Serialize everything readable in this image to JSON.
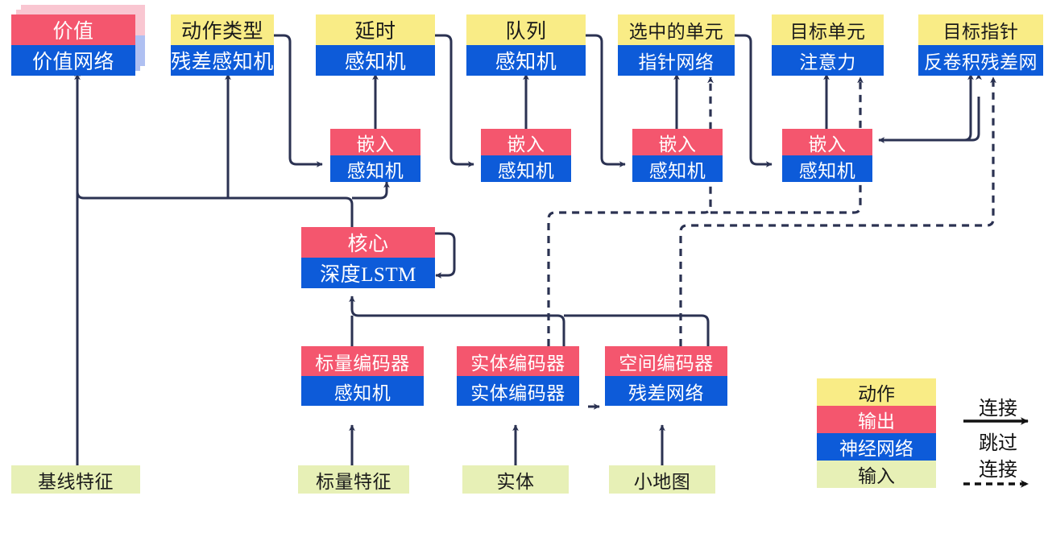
{
  "diagram": {
    "title": "AlphaStar-style agent architecture (Chinese labels)",
    "colors": {
      "action": "#F9EC86",
      "output": "#F4566E",
      "network": "#0D5BD9",
      "input": "#E7F0B6",
      "wire": "#2B3252",
      "output_ghost": "#F9C6D1",
      "network_ghost": "#AFC0F2"
    },
    "nodes": [
      {
        "id": "value",
        "action": "价值",
        "net": "价值网络"
      },
      {
        "id": "action-type",
        "action": "动作类型",
        "net": "残差感知机"
      },
      {
        "id": "delay",
        "action": "延时",
        "net": "感知机"
      },
      {
        "id": "queue",
        "action": "队列",
        "net": "感知机"
      },
      {
        "id": "selected-units",
        "action": "选中的单元",
        "net": "指针网络"
      },
      {
        "id": "target-unit",
        "action": "目标单元",
        "net": "注意力"
      },
      {
        "id": "target-point",
        "action": "目标指针",
        "net": "反卷积残差网"
      },
      {
        "id": "embed-1",
        "out": "嵌入",
        "net": "感知机"
      },
      {
        "id": "embed-2",
        "out": "嵌入",
        "net": "感知机"
      },
      {
        "id": "embed-3",
        "out": "嵌入",
        "net": "感知机"
      },
      {
        "id": "embed-4",
        "out": "嵌入",
        "net": "感知机"
      },
      {
        "id": "core",
        "out": "核心",
        "net": "深度LSTM"
      },
      {
        "id": "scalar-encoder",
        "out": "标量编码器",
        "net": "感知机"
      },
      {
        "id": "entity-encoder",
        "out": "实体编码器",
        "net": "实体编码器"
      },
      {
        "id": "spatial-encoder",
        "out": "空间编码器",
        "net": "残差网络"
      },
      {
        "id": "baseline-features",
        "input": "基线特征"
      },
      {
        "id": "scalar-features",
        "input": "标量特征"
      },
      {
        "id": "entities",
        "input": "实体"
      },
      {
        "id": "minimap",
        "input": "小地图"
      }
    ],
    "legend": {
      "swatches": [
        {
          "key": "action",
          "label": "动作"
        },
        {
          "key": "output",
          "label": "输出"
        },
        {
          "key": "network",
          "label": "神经网络"
        },
        {
          "key": "input",
          "label": "输入"
        }
      ],
      "arrows": [
        {
          "key": "connection",
          "label": "连接",
          "style": "solid"
        },
        {
          "key": "skip-connection",
          "label_1": "跳过",
          "label_2": "连接",
          "style": "dashed"
        }
      ]
    }
  }
}
